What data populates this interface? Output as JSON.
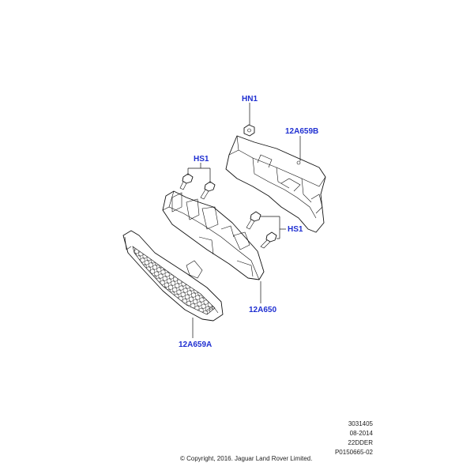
{
  "callouts": {
    "hn1": "HN1",
    "bracket_top": "12A659B",
    "hs1_left": "HS1",
    "hs1_right": "HS1",
    "module": "12A650",
    "bracket_bottom": "12A659A"
  },
  "meta": {
    "line1": "3031405",
    "line2": "08-2014",
    "line3": "22DDER",
    "line4": "P0150665-02"
  },
  "copyright": "© Copyright, 2016. Jaguar Land Rover Limited.",
  "colors": {
    "callout": "#1f2fd1",
    "line": "#111111"
  }
}
